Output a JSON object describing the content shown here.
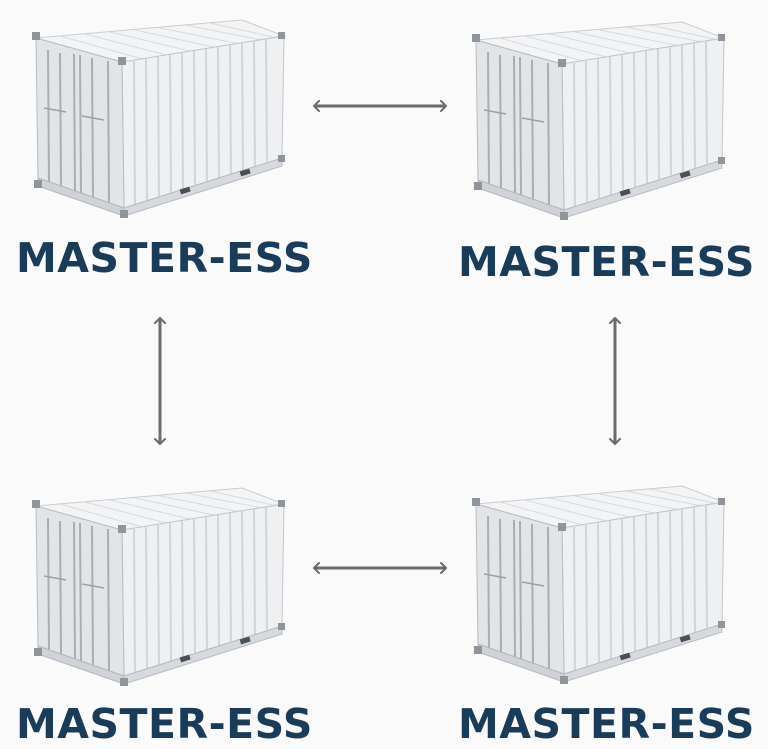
{
  "nodes": [
    {
      "label": "MASTER-ESS",
      "image": "shipping-container"
    },
    {
      "label": "MASTER-ESS",
      "image": "shipping-container"
    },
    {
      "label": "MASTER-ESS",
      "image": "shipping-container"
    },
    {
      "label": "MASTER-ESS",
      "image": "shipping-container"
    }
  ],
  "edges": [
    {
      "from": 0,
      "to": 1,
      "direction": "bidirectional"
    },
    {
      "from": 0,
      "to": 2,
      "direction": "bidirectional"
    },
    {
      "from": 1,
      "to": 3,
      "direction": "bidirectional"
    },
    {
      "from": 2,
      "to": 3,
      "direction": "bidirectional"
    }
  ],
  "colors": {
    "label": "#1b3c59",
    "arrow": "#6b6b6b",
    "background": "#fafafa",
    "container_top": "#f4f5f6",
    "container_side": "#eceef0",
    "container_front": "#dfe2e5",
    "container_line": "#b9bdc2"
  }
}
